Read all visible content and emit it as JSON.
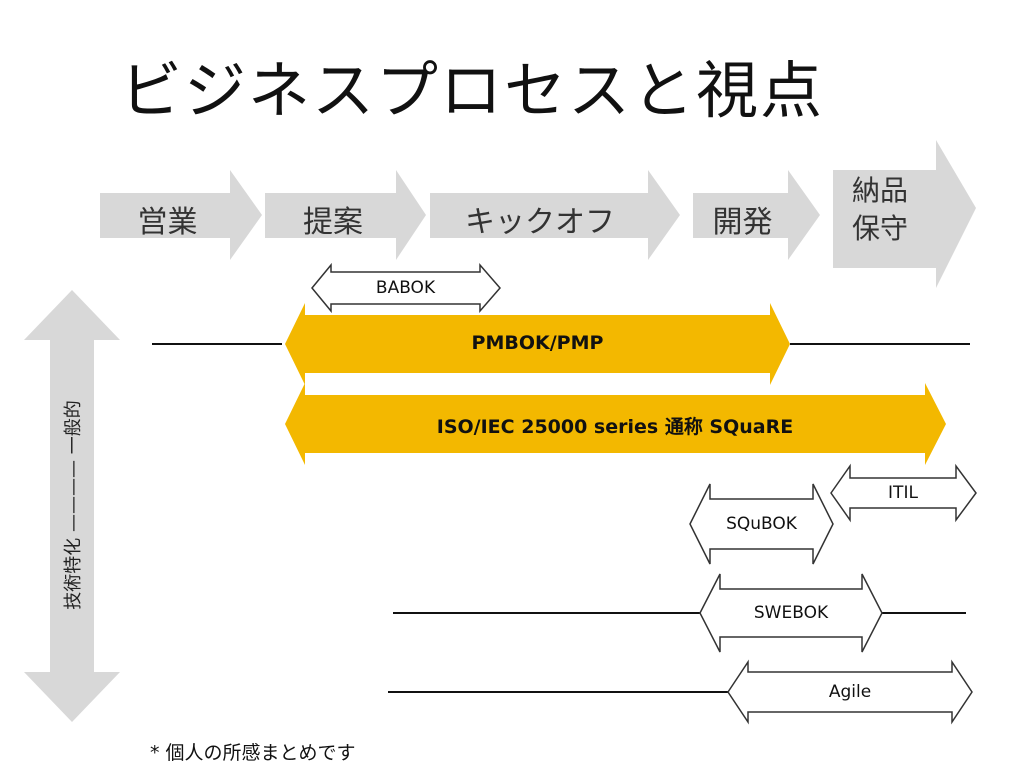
{
  "title": "ビジネスプロセスと視点",
  "colors": {
    "phase_arrow": "#d8d8d8",
    "standard_bar": "#f3b800",
    "text": "#111111",
    "outline": "#333333"
  },
  "phases": [
    {
      "label": "営業"
    },
    {
      "label": "提案"
    },
    {
      "label": "キックオフ"
    },
    {
      "label": "開発"
    },
    {
      "label_lines": [
        "納品",
        "保守"
      ]
    }
  ],
  "standards": {
    "babok": "BABOK",
    "pmbok": "PMBOK/PMP",
    "square": "ISO/IEC 25000 series 通称 SQuaRE",
    "itil": "ITIL",
    "squbok": "SQuBOK",
    "swebok": "SWEBOK",
    "agile": "Agile"
  },
  "axis": {
    "label": "技術特化 ———— 一般的",
    "icon": "double-vertical-arrow-icon"
  },
  "footnote": "* 個人の所感まとめです"
}
